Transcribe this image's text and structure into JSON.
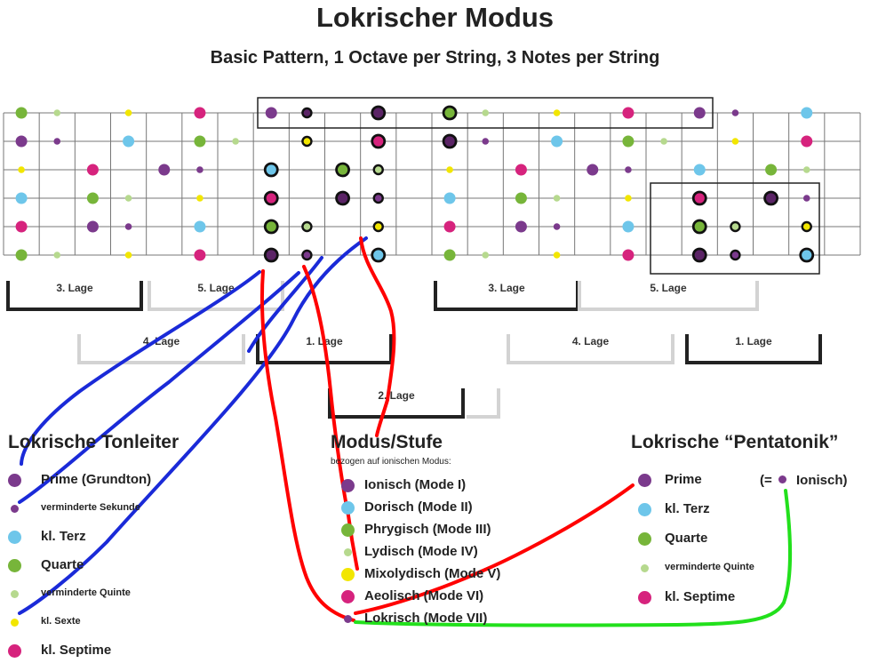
{
  "header": {
    "title": "Lokrischer Modus",
    "subtitle": "Basic Pattern, 1 Octave per String, 3 Notes per String"
  },
  "colors": {
    "purple": "#7b3a8c",
    "darkpurple": "#5b2466",
    "blue": "#6ec6ea",
    "green": "#77b53a",
    "lightgreen": "#b6d98e",
    "yellow": "#f2e600",
    "magenta": "#d6237d",
    "ink_blue": "#1a2ad8",
    "ink_red": "#ff0000",
    "ink_green": "#22e01c"
  },
  "positions": [
    {
      "label": "3. Lage"
    },
    {
      "label": "5. Lage"
    },
    {
      "label": "4. Lage"
    },
    {
      "label": "1. Lage"
    },
    {
      "label": "2. Lage"
    },
    {
      "label": "3. Lage"
    },
    {
      "label": "5. Lage"
    },
    {
      "label": "4. Lage"
    },
    {
      "label": "1. Lage"
    }
  ],
  "scale": {
    "heading": "Lokrische Tonleiter",
    "items": [
      {
        "label": "Prime (Grundton)",
        "color": "purple",
        "size": "big"
      },
      {
        "label": "verminderte Sekunde",
        "color": "purple",
        "size": "small"
      },
      {
        "label": "kl. Terz",
        "color": "blue",
        "size": "big"
      },
      {
        "label": "Quarte",
        "color": "green",
        "size": "big"
      },
      {
        "label": "verminderte Quinte",
        "color": "lightgreen",
        "size": "small"
      },
      {
        "label": "kl. Sexte",
        "color": "yellow",
        "size": "small"
      },
      {
        "label": "kl. Septime",
        "color": "magenta",
        "size": "big"
      }
    ]
  },
  "modes": {
    "heading": "Modus/Stufe",
    "note": "bezogen auf ionischen Modus:",
    "items": [
      {
        "label": "Ionisch (Mode I)",
        "color": "purple"
      },
      {
        "label": "Dorisch (Mode II)",
        "color": "blue"
      },
      {
        "label": "Phrygisch (Mode III)",
        "color": "green"
      },
      {
        "label": "Lydisch (Mode IV)",
        "color": "lightgreen"
      },
      {
        "label": "Mixolydisch (Mode V)",
        "color": "yellow"
      },
      {
        "label": "Aeolisch (Mode VI)",
        "color": "magenta"
      },
      {
        "label": "Lokrisch (Mode VII)",
        "color": "purple"
      }
    ]
  },
  "pentatonic": {
    "heading": "Lokrische “Pentatonik”",
    "aside_prefix": "(=",
    "aside_suffix": "Ionisch)",
    "items": [
      {
        "label": "Prime",
        "color": "purple",
        "size": "big"
      },
      {
        "label": "kl. Terz",
        "color": "blue",
        "size": "big"
      },
      {
        "label": "Quarte",
        "color": "green",
        "size": "big"
      },
      {
        "label": "verminderte Quinte",
        "color": "lightgreen",
        "size": "small"
      },
      {
        "label": "kl. Septime",
        "color": "magenta",
        "size": "big"
      }
    ]
  },
  "fretboard": {
    "strings": 6,
    "frets": 24,
    "notes": [
      [
        "green",
        "L",
        0,
        0
      ],
      [
        "lightgreen",
        "s",
        0,
        1
      ],
      [
        "yellow",
        "s",
        0,
        3
      ],
      [
        "magenta",
        "L",
        0,
        5
      ],
      [
        "purple",
        "L",
        0,
        7
      ],
      [
        "darkpurple",
        "ring",
        0,
        8
      ],
      [
        "darkpurple",
        "ringL",
        0,
        10
      ],
      [
        "green",
        "ringL",
        0,
        12
      ],
      [
        "lightgreen",
        "s",
        0,
        13
      ],
      [
        "yellow",
        "s",
        0,
        15
      ],
      [
        "magenta",
        "L",
        0,
        17
      ],
      [
        "purple",
        "L",
        0,
        19
      ],
      [
        "purple",
        "s",
        0,
        20
      ],
      [
        "blue",
        "L",
        0,
        22
      ],
      [
        "purple",
        "L",
        1,
        0
      ],
      [
        "purple",
        "s",
        1,
        1
      ],
      [
        "blue",
        "L",
        1,
        3
      ],
      [
        "green",
        "L",
        1,
        5
      ],
      [
        "lightgreen",
        "s",
        1,
        6
      ],
      [
        "yellow",
        "ring",
        1,
        8
      ],
      [
        "magenta",
        "ringL",
        1,
        10
      ],
      [
        "darkpurple",
        "ringL",
        1,
        12
      ],
      [
        "purple",
        "s",
        1,
        13
      ],
      [
        "blue",
        "L",
        1,
        15
      ],
      [
        "green",
        "L",
        1,
        17
      ],
      [
        "lightgreen",
        "s",
        1,
        18
      ],
      [
        "yellow",
        "s",
        1,
        20
      ],
      [
        "magenta",
        "L",
        1,
        22
      ],
      [
        "yellow",
        "s",
        2,
        0
      ],
      [
        "magenta",
        "L",
        2,
        2
      ],
      [
        "purple",
        "L",
        2,
        4
      ],
      [
        "purple",
        "s",
        2,
        5
      ],
      [
        "blue",
        "ringL",
        2,
        7
      ],
      [
        "green",
        "ringL",
        2,
        9
      ],
      [
        "lightgreen",
        "ring",
        2,
        10
      ],
      [
        "yellow",
        "s",
        2,
        12
      ],
      [
        "magenta",
        "L",
        2,
        14
      ],
      [
        "purple",
        "L",
        2,
        16
      ],
      [
        "purple",
        "s",
        2,
        17
      ],
      [
        "blue",
        "L",
        2,
        19
      ],
      [
        "green",
        "L",
        2,
        21
      ],
      [
        "lightgreen",
        "s",
        2,
        22
      ],
      [
        "blue",
        "L",
        3,
        0
      ],
      [
        "green",
        "L",
        3,
        2
      ],
      [
        "lightgreen",
        "s",
        3,
        3
      ],
      [
        "yellow",
        "s",
        3,
        5
      ],
      [
        "magenta",
        "ringL",
        3,
        7
      ],
      [
        "darkpurple",
        "ringL",
        3,
        9
      ],
      [
        "purple",
        "ring",
        3,
        10
      ],
      [
        "blue",
        "L",
        3,
        12
      ],
      [
        "green",
        "L",
        3,
        14
      ],
      [
        "lightgreen",
        "s",
        3,
        15
      ],
      [
        "yellow",
        "s",
        3,
        17
      ],
      [
        "magenta",
        "ringL",
        3,
        19
      ],
      [
        "darkpurple",
        "ringL",
        3,
        21
      ],
      [
        "purple",
        "s",
        3,
        22
      ],
      [
        "magenta",
        "L",
        4,
        0
      ],
      [
        "purple",
        "L",
        4,
        2
      ],
      [
        "purple",
        "s",
        4,
        3
      ],
      [
        "blue",
        "L",
        4,
        5
      ],
      [
        "green",
        "ringL",
        4,
        7
      ],
      [
        "lightgreen",
        "ring",
        4,
        8
      ],
      [
        "yellow",
        "ring",
        4,
        10
      ],
      [
        "magenta",
        "L",
        4,
        12
      ],
      [
        "purple",
        "L",
        4,
        14
      ],
      [
        "purple",
        "s",
        4,
        15
      ],
      [
        "blue",
        "L",
        4,
        17
      ],
      [
        "green",
        "ringL",
        4,
        19
      ],
      [
        "lightgreen",
        "ring",
        4,
        20
      ],
      [
        "yellow",
        "ring",
        4,
        22
      ],
      [
        "green",
        "L",
        5,
        0
      ],
      [
        "lightgreen",
        "s",
        5,
        1
      ],
      [
        "yellow",
        "s",
        5,
        3
      ],
      [
        "magenta",
        "L",
        5,
        5
      ],
      [
        "darkpurple",
        "ringL",
        5,
        7
      ],
      [
        "purple",
        "ring",
        5,
        8
      ],
      [
        "blue",
        "ringL",
        5,
        10
      ],
      [
        "green",
        "L",
        5,
        12
      ],
      [
        "lightgreen",
        "s",
        5,
        13
      ],
      [
        "yellow",
        "s",
        5,
        15
      ],
      [
        "magenta",
        "L",
        5,
        17
      ],
      [
        "darkpurple",
        "ringL",
        5,
        19
      ],
      [
        "purple",
        "ring",
        5,
        20
      ],
      [
        "blue",
        "ringL",
        5,
        22
      ]
    ]
  }
}
